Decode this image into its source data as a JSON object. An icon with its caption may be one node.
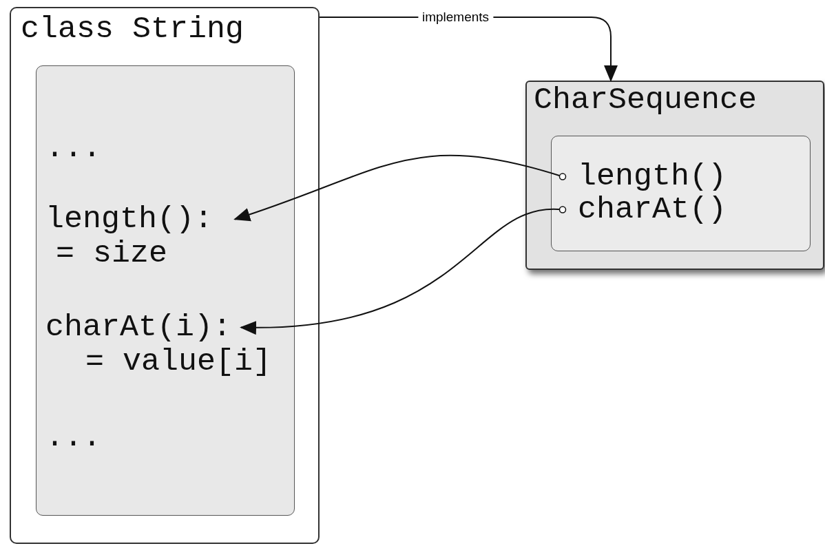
{
  "diagram": {
    "nodes": [
      {
        "text": [
          "class String"
        ]
      },
      {
        "text": [],
        "shape": "box",
        "in": 0
      },
      {
        "text": [
          "length():"
        ],
        "in": 1
      },
      {
        "text": [
          "charAt(i):"
        ],
        "in": 1
      },
      {
        "text": [
          "CharSequence"
        ]
      },
      {
        "text": [],
        "shape": "box",
        "in": 4
      },
      {
        "text": [
          "length()"
        ],
        "in": 5
      },
      {
        "text": [
          "charAt()"
        ],
        "in": 5
      }
    ],
    "edges": [
      {
        "from": 0,
        "to": 4,
        "arrow": "to",
        "label": "implements"
      },
      {
        "from": 6,
        "to": 2,
        "arrow": "to"
      },
      {
        "from": 7,
        "to": 3,
        "arrow": "to"
      }
    ],
    "labels": [
      "...",
      "= size",
      "= value[i]",
      "..."
    ]
  }
}
